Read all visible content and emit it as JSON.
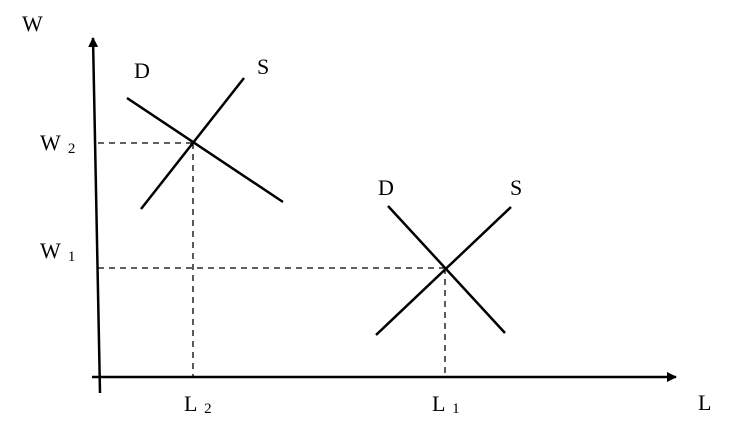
{
  "axes": {
    "y_label": "W",
    "x_label": "L"
  },
  "market_left": {
    "demand_label": "D",
    "supply_label": "S"
  },
  "market_right": {
    "demand_label": "D",
    "supply_label": "S"
  },
  "wage_levels": [
    {
      "letter": "W",
      "subscript": "2"
    },
    {
      "letter": "W",
      "subscript": "1"
    }
  ],
  "labor_levels": [
    {
      "letter": "L",
      "subscript": "2"
    },
    {
      "letter": "L",
      "subscript": "1"
    }
  ],
  "colors": {
    "ink": "#000000",
    "background": "#ffffff"
  }
}
